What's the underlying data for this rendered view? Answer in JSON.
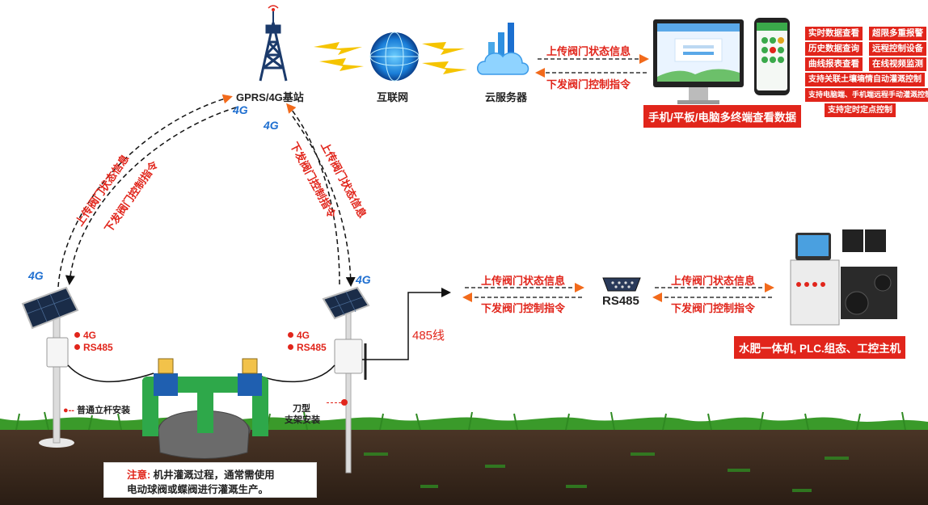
{
  "top": {
    "tower_label": "GPRS/4G基站",
    "internet_label": "互联网",
    "cloud_label": "云服务器",
    "upload_label": "上传阀门状态信息",
    "download_label": "下发阀门控制指令",
    "terminals_label": "手机/平板/电脑多终端查看数据",
    "features": [
      "实时数据查看",
      "超限多重报警",
      "历史数据查询",
      "远程控制设备",
      "曲线报表查看",
      "在线视频监测",
      "支持关联土壤墒情自动灌溉控制",
      "支持电脑端、手机端远程手动灌溉控制",
      "支持定时定点控制"
    ]
  },
  "links": {
    "left_up": "上传阀门状态信息",
    "left_down": "下发阀门控制指令",
    "mid_up": "上传阀门状态信息",
    "mid_down": "下发阀门控制指令",
    "tag_4g": "4G"
  },
  "field": {
    "left_pole": {
      "item1": "4G",
      "item2": "RS485",
      "install": "普通立杆安装"
    },
    "right_pole": {
      "item1": "4G",
      "item2": "RS485",
      "install_line1": "刀型",
      "install_line2": "支架安装"
    },
    "wire_label": "485线",
    "notice_title": "注意:",
    "notice_line1": "机井灌溉过程，通常需使用",
    "notice_line2": "电动球阀或蝶阀进行灌溉生产。"
  },
  "rs485": {
    "label": "RS485",
    "left_up": "上传阀门状态信息",
    "left_down": "下发阀门控制指令",
    "right_up": "上传阀门状态信息",
    "right_down": "下发阀门控制指令",
    "machine_label": "水肥一体机, PLC.组态、工控主机"
  },
  "colors": {
    "accent": "#e1251b",
    "tower": "#1b3a6b",
    "grass": "#3a9a2a",
    "soil": "#3b2a1e",
    "pipe": "#2ea84a"
  }
}
